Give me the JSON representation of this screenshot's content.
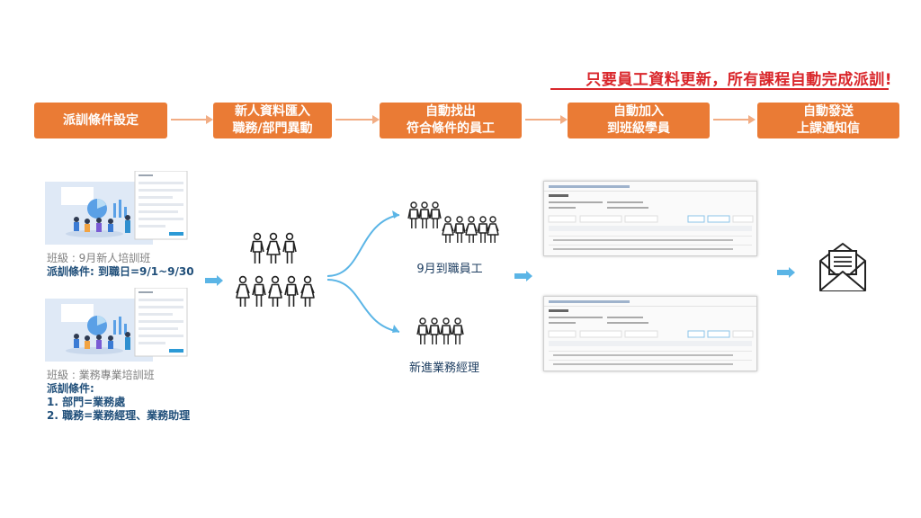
{
  "headline": "只要員工資料更新，所有課程自動完成派訓!",
  "steps": [
    {
      "line1": "派訓條件設定",
      "line2": ""
    },
    {
      "line1": "新人資料匯入",
      "line2": "職務/部門異動"
    },
    {
      "line1": "自動找出",
      "line2": "符合條件的員工"
    },
    {
      "line1": "自動加入",
      "line2": "到班級學員"
    },
    {
      "line1": "自動發送",
      "line2": "上課通知信"
    }
  ],
  "class1": {
    "name": "班級 : 9月新人培訓班",
    "rule": "派訓條件: 到職日=9/1~9/30"
  },
  "class2": {
    "name": "班級 : 業務專業培訓班",
    "rule_title": "派訓條件:",
    "rule_lines": [
      "1. 部門=業務處",
      "2. 職務=業務經理、業務助理"
    ]
  },
  "groups": {
    "top_label": "9月到職員工",
    "bottom_label": "新進業務經理"
  },
  "colors": {
    "step": "#ea7b35",
    "headline": "#d9262b",
    "arrow_blue": "#5bb5e6",
    "arrow_orange": "#f2ad84"
  },
  "icons": [
    "people-group-icon",
    "envelope-icon",
    "arrow-right-icon"
  ]
}
